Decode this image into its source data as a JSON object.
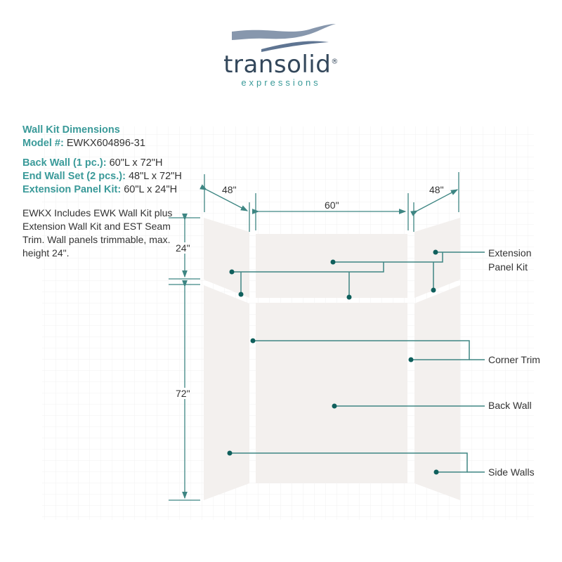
{
  "logo": {
    "word": "transolid",
    "mark": "®",
    "sub": "expressions"
  },
  "specs": {
    "title": "Wall Kit Dimensions",
    "model_label": "Model #:",
    "model_value": "EWKX604896-31",
    "back_wall_label": "Back Wall (1 pc.):",
    "back_wall_value": "60\"L x 72\"H",
    "end_wall_label": "End Wall Set (2 pcs.):",
    "end_wall_value": "48\"L x 72\"H",
    "extension_label": "Extension Panel Kit:",
    "extension_value": "60\"L x 24\"H",
    "note": "EWKX Includes EWK Wall Kit plus Extension Wall Kit and EST Seam Trim. Wall panels trimmable, max. height 24\"."
  },
  "dimensions": {
    "left_width": "48\"",
    "back_width": "60\"",
    "right_width": "48\"",
    "extension_height": "24\"",
    "wall_height": "72\""
  },
  "callouts": {
    "extension_line1": "Extension",
    "extension_line2": "Panel Kit",
    "corner_trim": "Corner Trim",
    "back_wall": "Back Wall",
    "side_walls": "Side Walls"
  },
  "colors": {
    "accent": "#3a9a99",
    "dot": "#0f5f5c",
    "panel": "#f3f0ee",
    "line": "#3e8683"
  }
}
